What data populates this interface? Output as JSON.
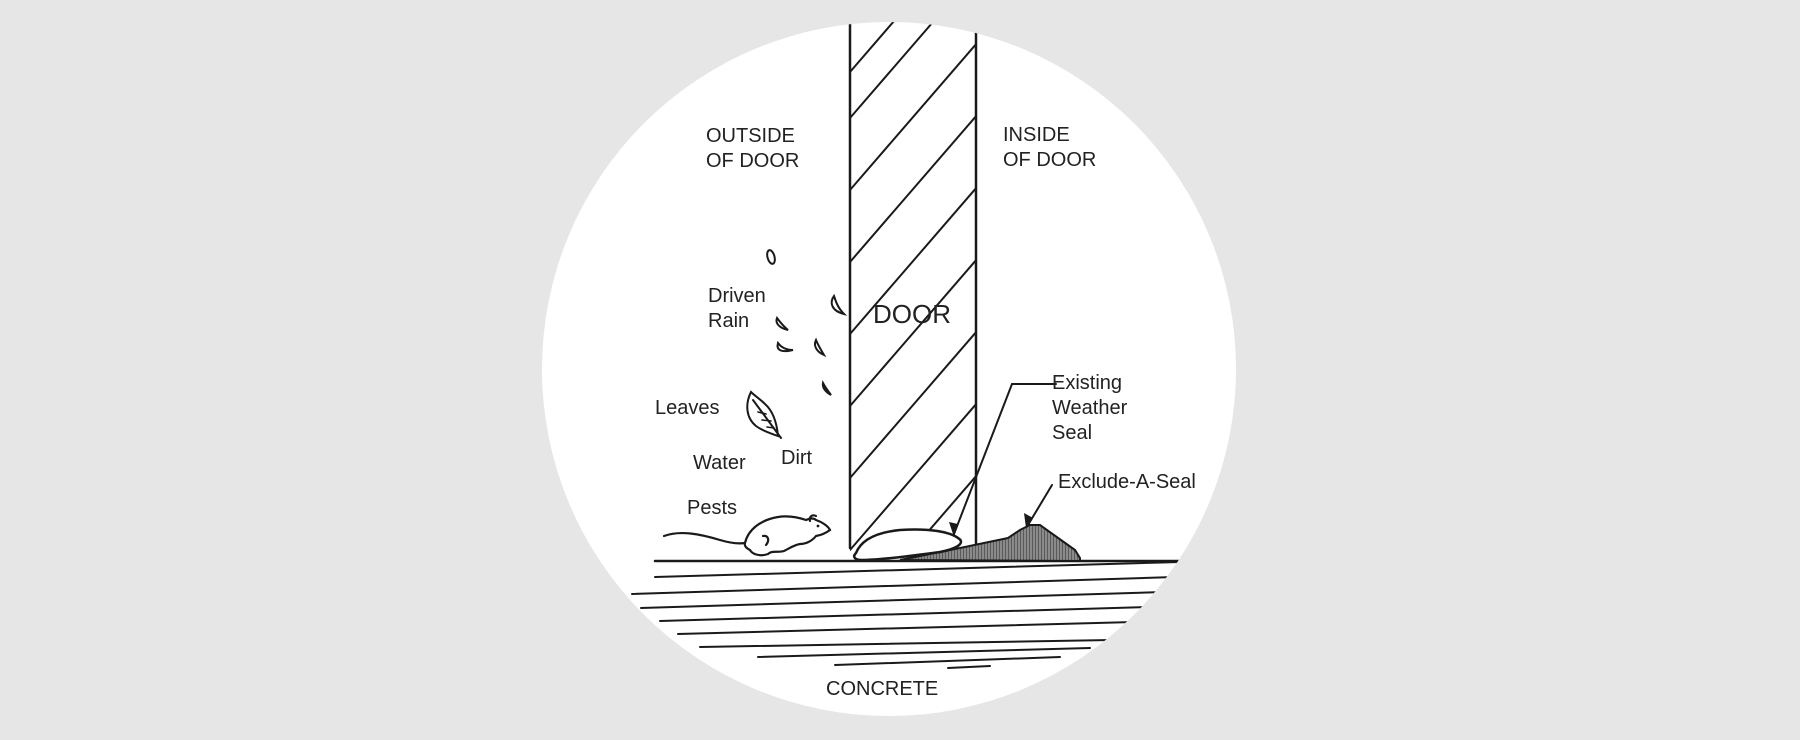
{
  "diagram": {
    "title": "Door bottom weather seal cross-section",
    "background_color": "#e6e6e6",
    "circle_fill": "#ffffff",
    "line_color": "#1a1a1a",
    "seal_fill": "#6e6e6e",
    "labels": {
      "outside_line1": "OUTSIDE",
      "outside_line2": "OF DOOR",
      "inside_line1": "INSIDE",
      "inside_line2": "OF DOOR",
      "door": "DOOR",
      "driven_line1": "Driven",
      "driven_line2": "Rain",
      "leaves": "Leaves",
      "water": "Water",
      "dirt": "Dirt",
      "pests": "Pests",
      "existing_line1": "Existing",
      "existing_line2": "Weather",
      "existing_line3": "Seal",
      "exclude_seal": "Exclude-A-Seal",
      "concrete": "CONCRETE"
    },
    "icons": [
      "raindrop-icon",
      "leaf-icon",
      "mouse-icon",
      "door-hatch",
      "weather-seal",
      "exclude-a-seal-wedge",
      "concrete-hatch"
    ]
  }
}
